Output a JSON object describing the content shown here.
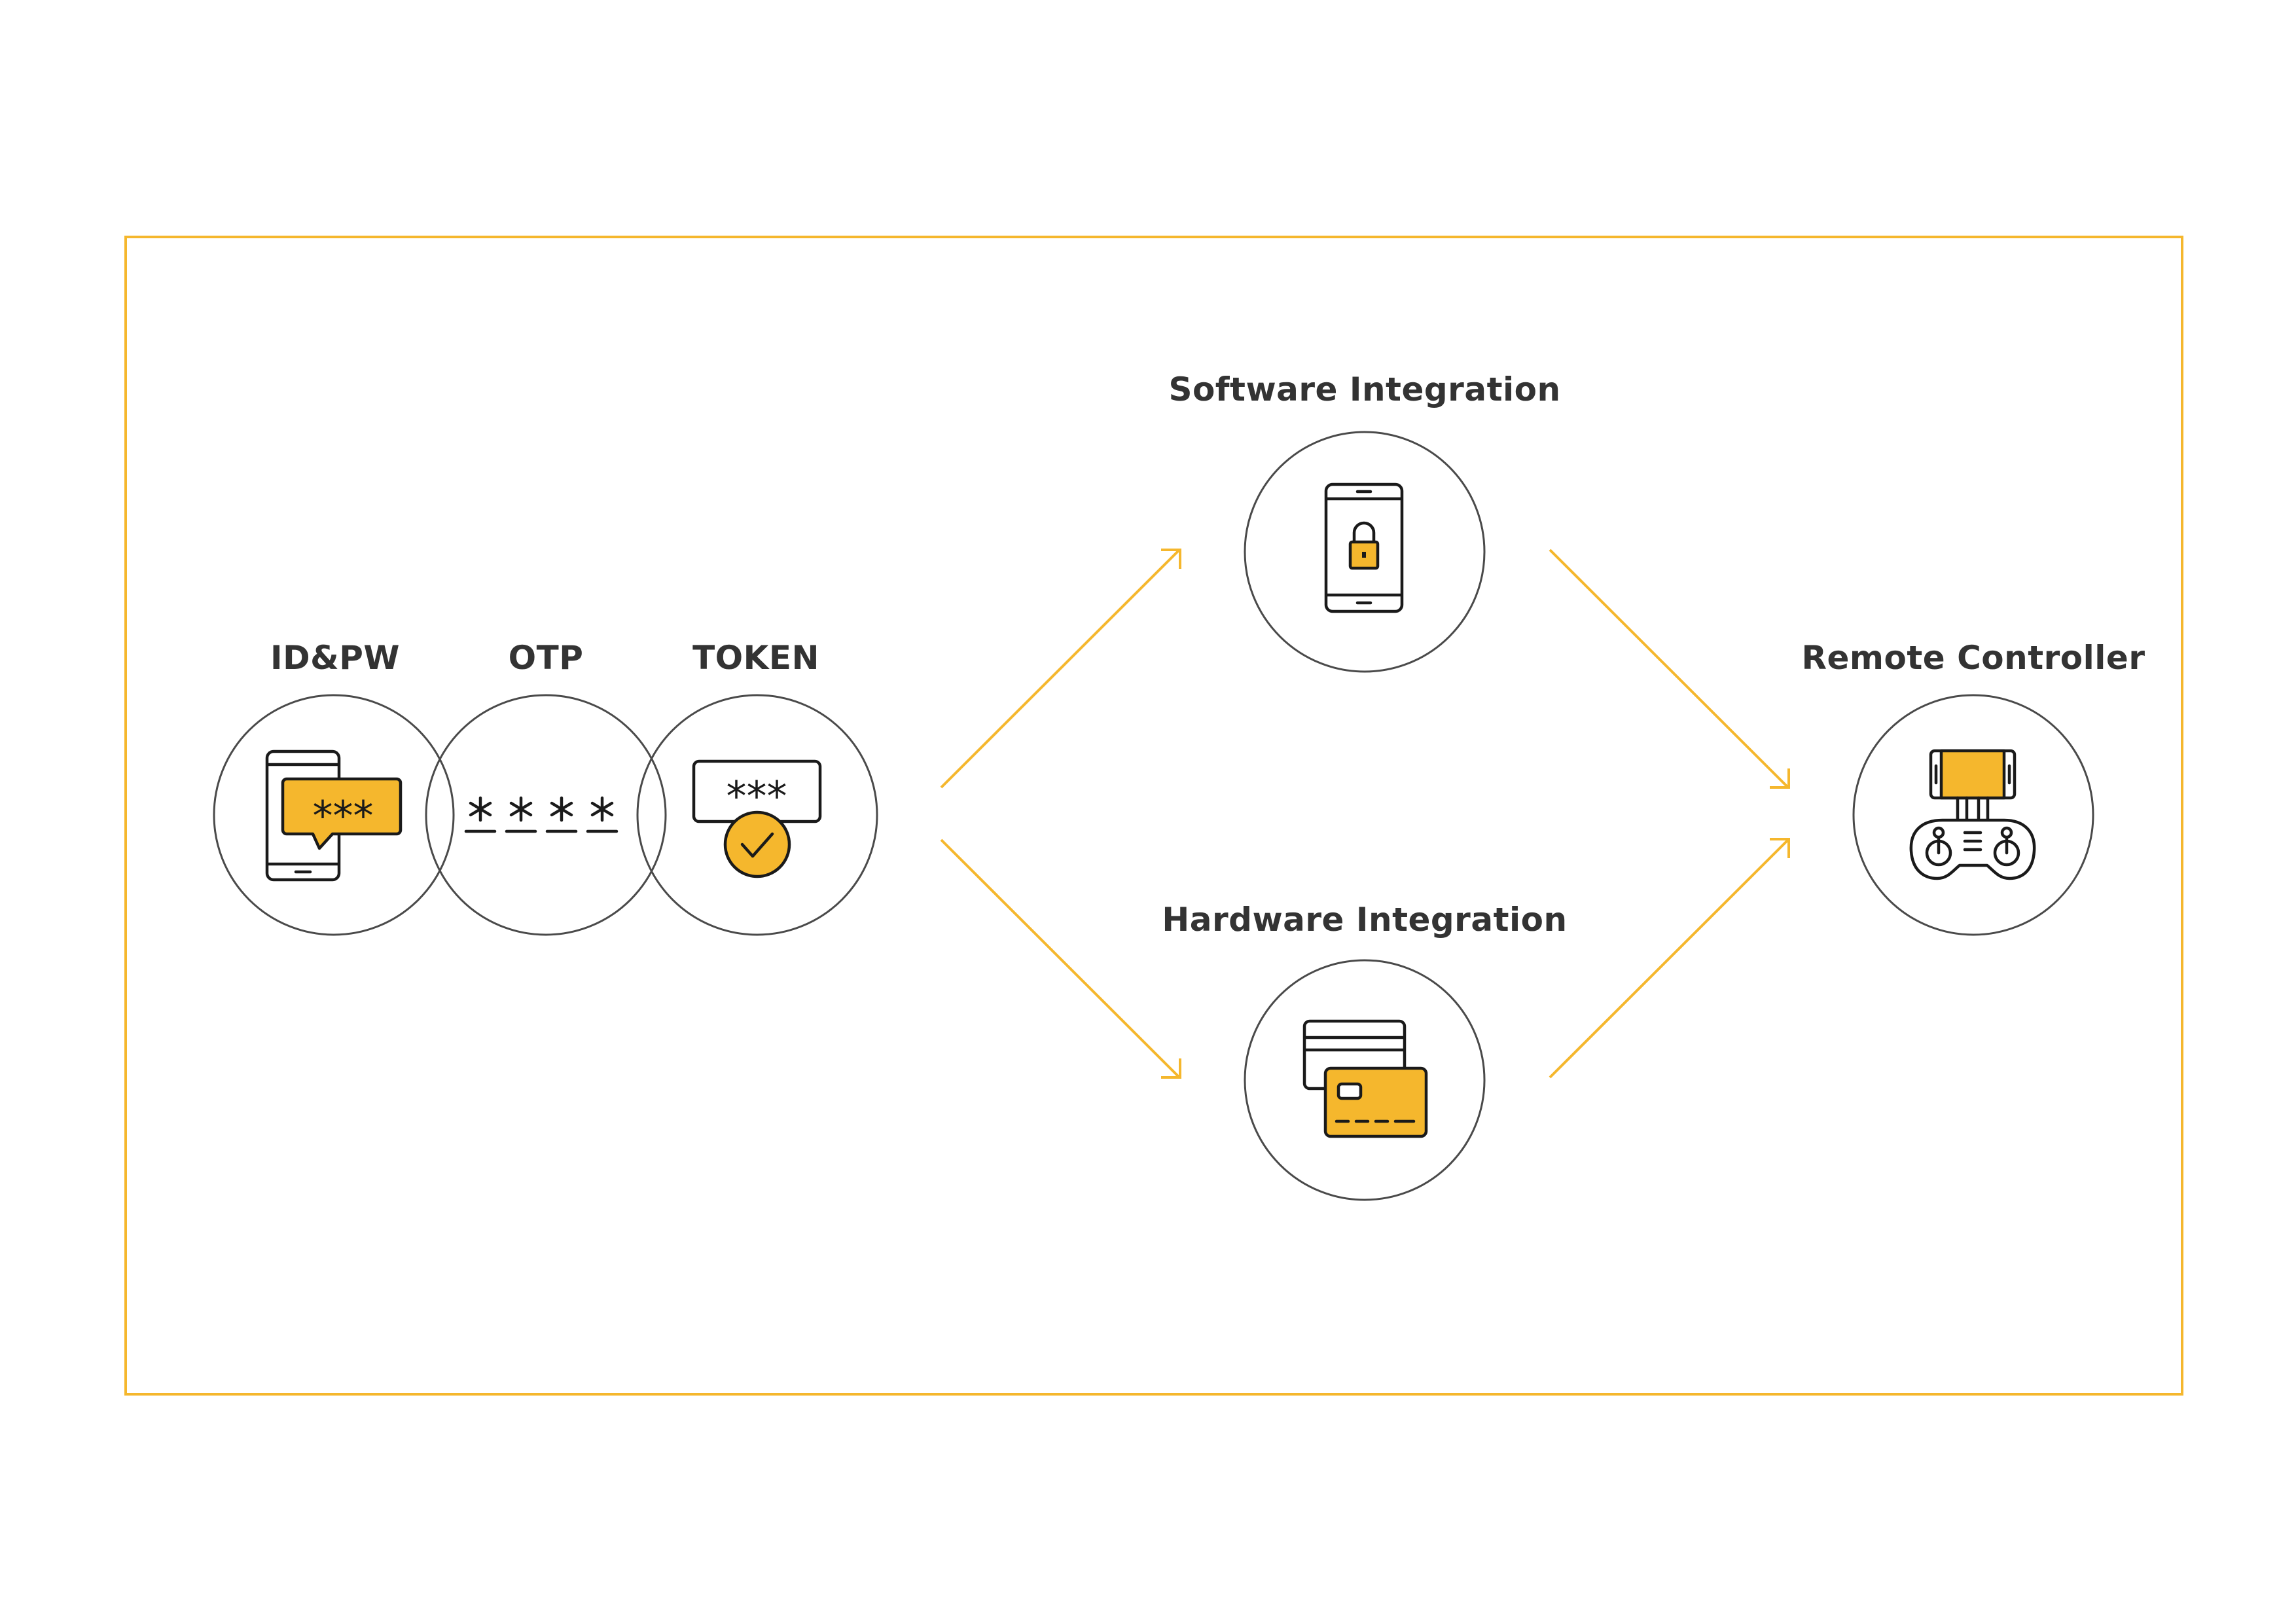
{
  "colors": {
    "accent": "#f5b72d",
    "ring": "#4a4a4a",
    "text": "#333333",
    "icon_line": "#1a1a1a"
  },
  "labels": {
    "idpw": "ID&PW",
    "otp": "OTP",
    "token": "TOKEN",
    "software": "Software Integration",
    "hardware": "Hardware Integration",
    "remote": "Remote Controller"
  },
  "icons": {
    "idpw": "phone-password-bubble-icon",
    "otp": "asterisk-code-icon",
    "token": "token-check-icon",
    "software": "phone-lock-icon",
    "hardware": "cards-icon",
    "remote": "remote-controller-icon"
  },
  "glyphs": {
    "three_stars": "***"
  }
}
